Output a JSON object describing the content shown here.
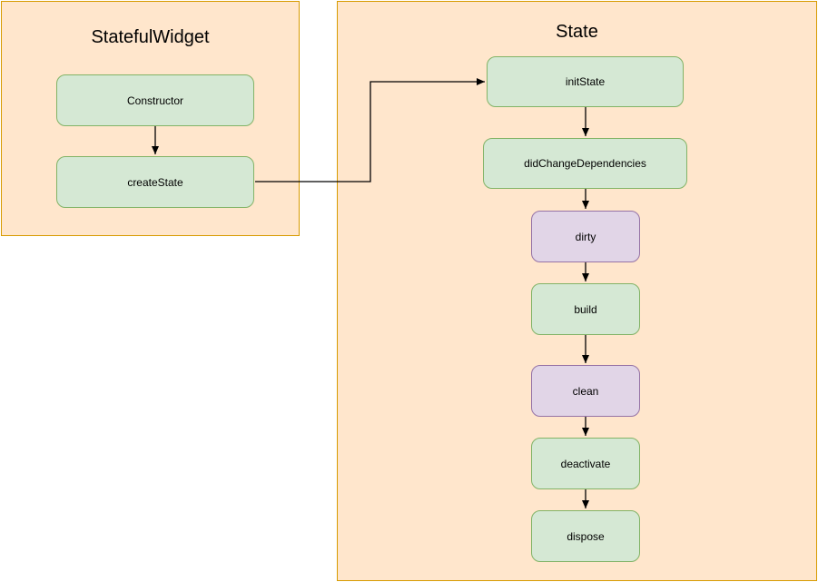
{
  "diagram": {
    "containers": [
      {
        "id": "stateful-widget",
        "title": "StatefulWidget"
      },
      {
        "id": "state",
        "title": "State"
      }
    ],
    "nodes": [
      {
        "id": "constructor",
        "label": "Constructor",
        "container": "stateful-widget",
        "kind": "green"
      },
      {
        "id": "create-state",
        "label": "createState",
        "container": "stateful-widget",
        "kind": "green"
      },
      {
        "id": "init-state",
        "label": "initState",
        "container": "state",
        "kind": "green"
      },
      {
        "id": "did-change-dependencies",
        "label": "didChangeDependencies",
        "container": "state",
        "kind": "green"
      },
      {
        "id": "dirty",
        "label": "dirty",
        "container": "state",
        "kind": "purple"
      },
      {
        "id": "build",
        "label": "build",
        "container": "state",
        "kind": "green"
      },
      {
        "id": "clean",
        "label": "clean",
        "container": "state",
        "kind": "purple"
      },
      {
        "id": "deactivate",
        "label": "deactivate",
        "container": "state",
        "kind": "green"
      },
      {
        "id": "dispose",
        "label": "dispose",
        "container": "state",
        "kind": "green"
      }
    ],
    "edges": [
      {
        "from": "constructor",
        "to": "create-state",
        "style": "straight-down"
      },
      {
        "from": "create-state",
        "to": "init-state",
        "style": "orthogonal-elbow"
      },
      {
        "from": "init-state",
        "to": "did-change-dependencies",
        "style": "straight-down"
      },
      {
        "from": "did-change-dependencies",
        "to": "dirty",
        "style": "straight-down"
      },
      {
        "from": "dirty",
        "to": "build",
        "style": "straight-down"
      },
      {
        "from": "build",
        "to": "clean",
        "style": "straight-down"
      },
      {
        "from": "clean",
        "to": "deactivate",
        "style": "straight-down"
      },
      {
        "from": "deactivate",
        "to": "dispose",
        "style": "straight-down"
      }
    ],
    "colors": {
      "page_background": "#ffffff",
      "container_fill": "#ffe6cc",
      "container_stroke": "#d79b00",
      "green_node_fill": "#d5e8d4",
      "green_node_stroke": "#82b366",
      "purple_node_fill": "#e1d5e7",
      "purple_node_stroke": "#9673a6",
      "edge_stroke": "#000000",
      "text": "#000000"
    }
  }
}
